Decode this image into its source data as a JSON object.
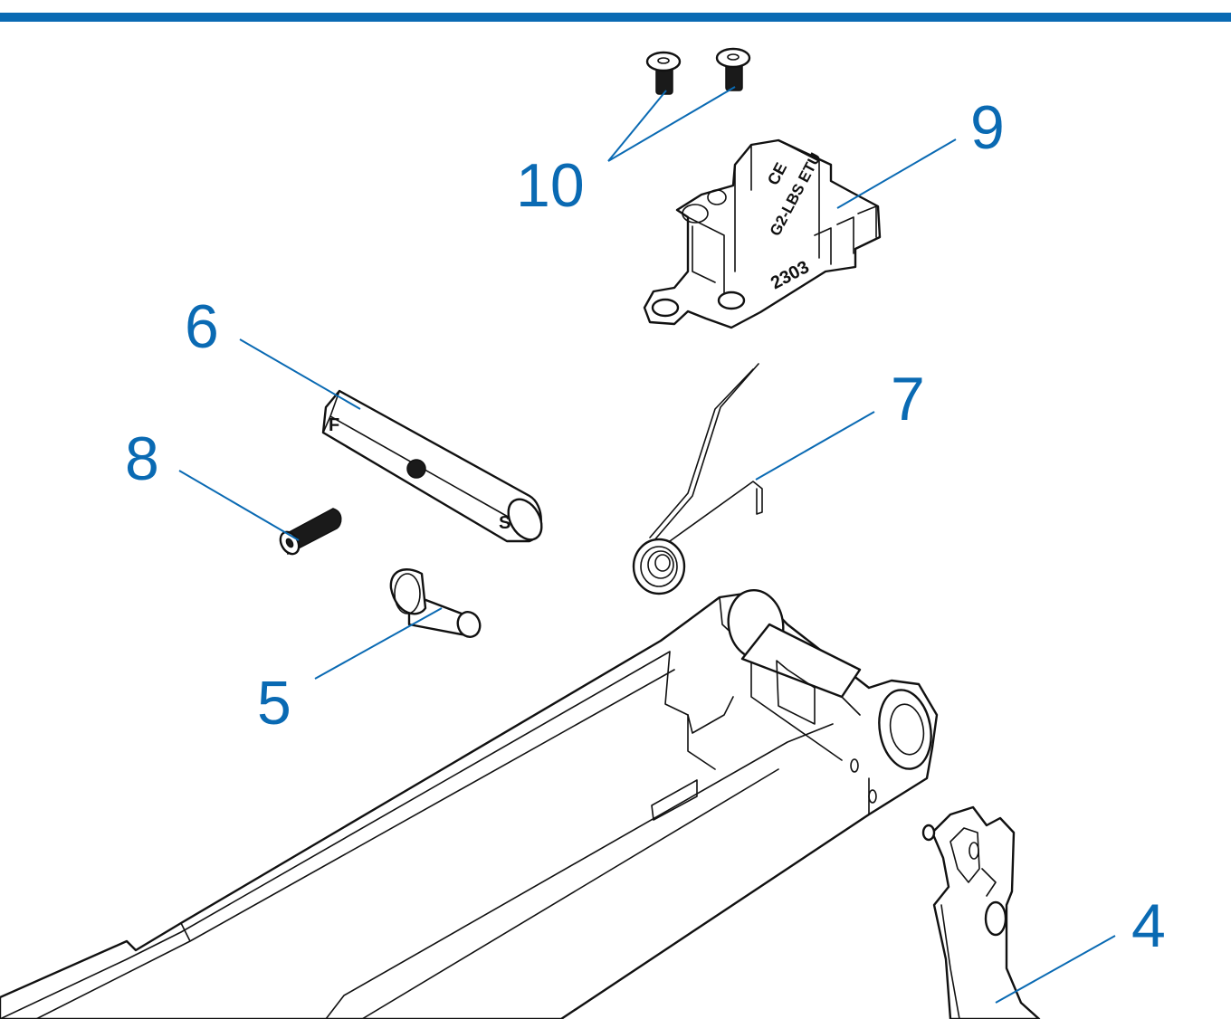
{
  "colors": {
    "accent": "#0a6ab3",
    "line": "#111111",
    "background": "#ffffff"
  },
  "callouts": [
    {
      "id": "10",
      "text": "10"
    },
    {
      "id": "9",
      "text": "9"
    },
    {
      "id": "6",
      "text": "6"
    },
    {
      "id": "7",
      "text": "7"
    },
    {
      "id": "8",
      "text": "8"
    },
    {
      "id": "5",
      "text": "5"
    },
    {
      "id": "4",
      "text": "4"
    }
  ],
  "part_markings": {
    "pin_letter_left": "F",
    "pin_letter_right": "S",
    "module_model": "G2-LBS ETU",
    "module_code": "2303",
    "module_mark": "CE"
  }
}
